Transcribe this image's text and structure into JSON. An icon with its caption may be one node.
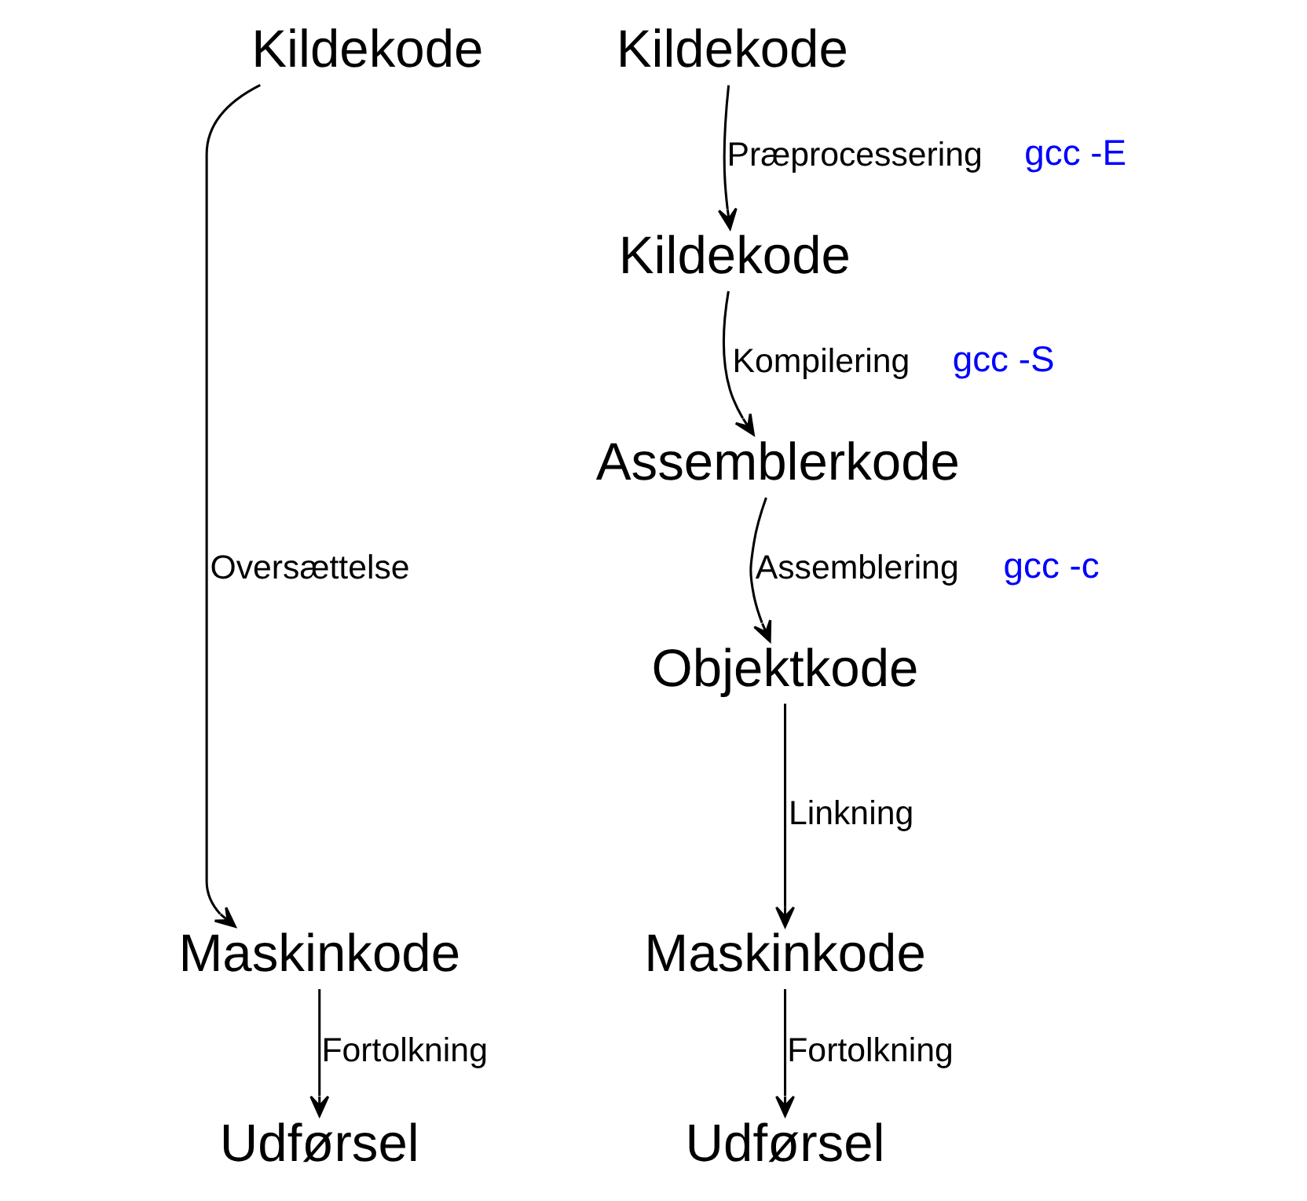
{
  "diagram": {
    "nodes": [
      {
        "text": [
          "Kildekode"
        ]
      },
      {
        "text": [
          "Maskinkode"
        ]
      },
      {
        "text": [
          "Udførsel"
        ]
      },
      {
        "text": [
          "Kildekode"
        ]
      },
      {
        "text": [
          "Kildekode"
        ]
      },
      {
        "text": [
          "Assemblerkode"
        ]
      },
      {
        "text": [
          "Objektkode"
        ]
      },
      {
        "text": [
          "Maskinkode"
        ]
      },
      {
        "text": [
          "Udførsel"
        ]
      }
    ],
    "edges": [
      {
        "from": 0,
        "to": 1,
        "arrow": "to",
        "label": "Oversættelse"
      },
      {
        "from": 1,
        "to": 2,
        "arrow": "to",
        "label": "Fortolkning"
      },
      {
        "from": 3,
        "to": 4,
        "arrow": "to",
        "label": "Præprocessering"
      },
      {
        "from": 4,
        "to": 5,
        "arrow": "to",
        "label": "Kompilering"
      },
      {
        "from": 5,
        "to": 6,
        "arrow": "to",
        "label": "Assemblering"
      },
      {
        "from": 6,
        "to": 7,
        "arrow": "to",
        "label": "Linkning"
      },
      {
        "from": 7,
        "to": 8,
        "arrow": "to",
        "label": "Fortolkning"
      }
    ],
    "labels": [
      "gcc -E",
      "gcc -S",
      "gcc -c"
    ]
  }
}
